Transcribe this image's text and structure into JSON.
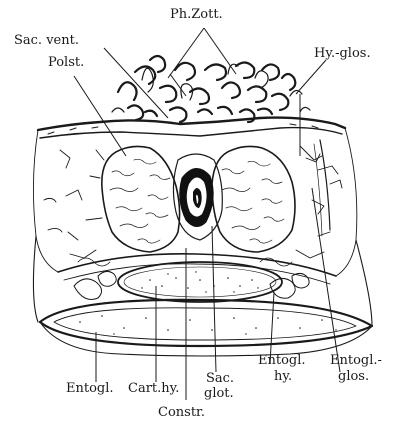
{
  "figure": {
    "labels": {
      "ph_zott": "Ph.Zott.",
      "sac_vent": "Sac. vent.",
      "polst": "Polst.",
      "hy_glos": "Hy.-glos.",
      "entogl": "Entogl.",
      "cart_hy": "Cart.hy.",
      "sac_glot_1": "Sac.",
      "sac_glot_2": "glot.",
      "constr": "Constr.",
      "entogl_hy_1": "Entogl.",
      "entogl_hy_2": "hy.",
      "entogl_glos_1": "Entogl.-",
      "entogl_glos_2": "glos."
    }
  }
}
